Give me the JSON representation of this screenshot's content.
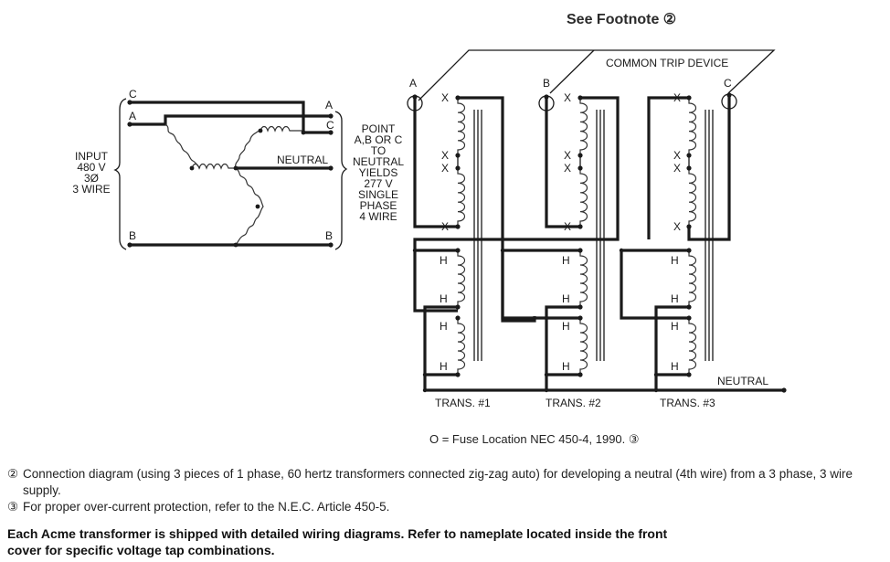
{
  "header": {
    "footnote_ref": "See Footnote ②"
  },
  "input_diagram": {
    "left_labels": {
      "c": "C",
      "a": "A",
      "b": "B"
    },
    "right_labels": {
      "a": "A",
      "c": "C",
      "neutral": "NEUTRAL",
      "b": "B"
    },
    "input_text": [
      "INPUT",
      "480 V",
      "3Ø",
      "3 WIRE"
    ],
    "output_text": [
      "POINT",
      "A,B OR C",
      "TO",
      "NEUTRAL",
      "YIELDS",
      "277 V",
      "SINGLE",
      "PHASE",
      "4 WIRE"
    ]
  },
  "transformer_diagram": {
    "common_trip_device": "COMMON TRIP DEVICE",
    "phase_labels": [
      "A",
      "B",
      "C"
    ],
    "secondary_terminal": "X",
    "primary_terminal": "H",
    "neutral_label": "NEUTRAL",
    "transformers": [
      "TRANS. #1",
      "TRANS. #2",
      "TRANS. #3"
    ]
  },
  "fuse_legend": "O = Fuse Location NEC 450-4, 1990. ③",
  "footnotes": [
    {
      "mark": "②",
      "text": "Connection diagram (using 3 pieces of 1 phase, 60 hertz transformers connected zig-zag auto) for developing a neutral (4th wire) from a 3 phase, 3 wire supply."
    },
    {
      "mark": "③",
      "text": "For proper over-current protection, refer to the N.E.C. Article 450-5."
    }
  ],
  "note": "Each Acme transformer is shipped with detailed wiring diagrams. Refer to nameplate located inside the front cover for specific voltage tap combinations."
}
